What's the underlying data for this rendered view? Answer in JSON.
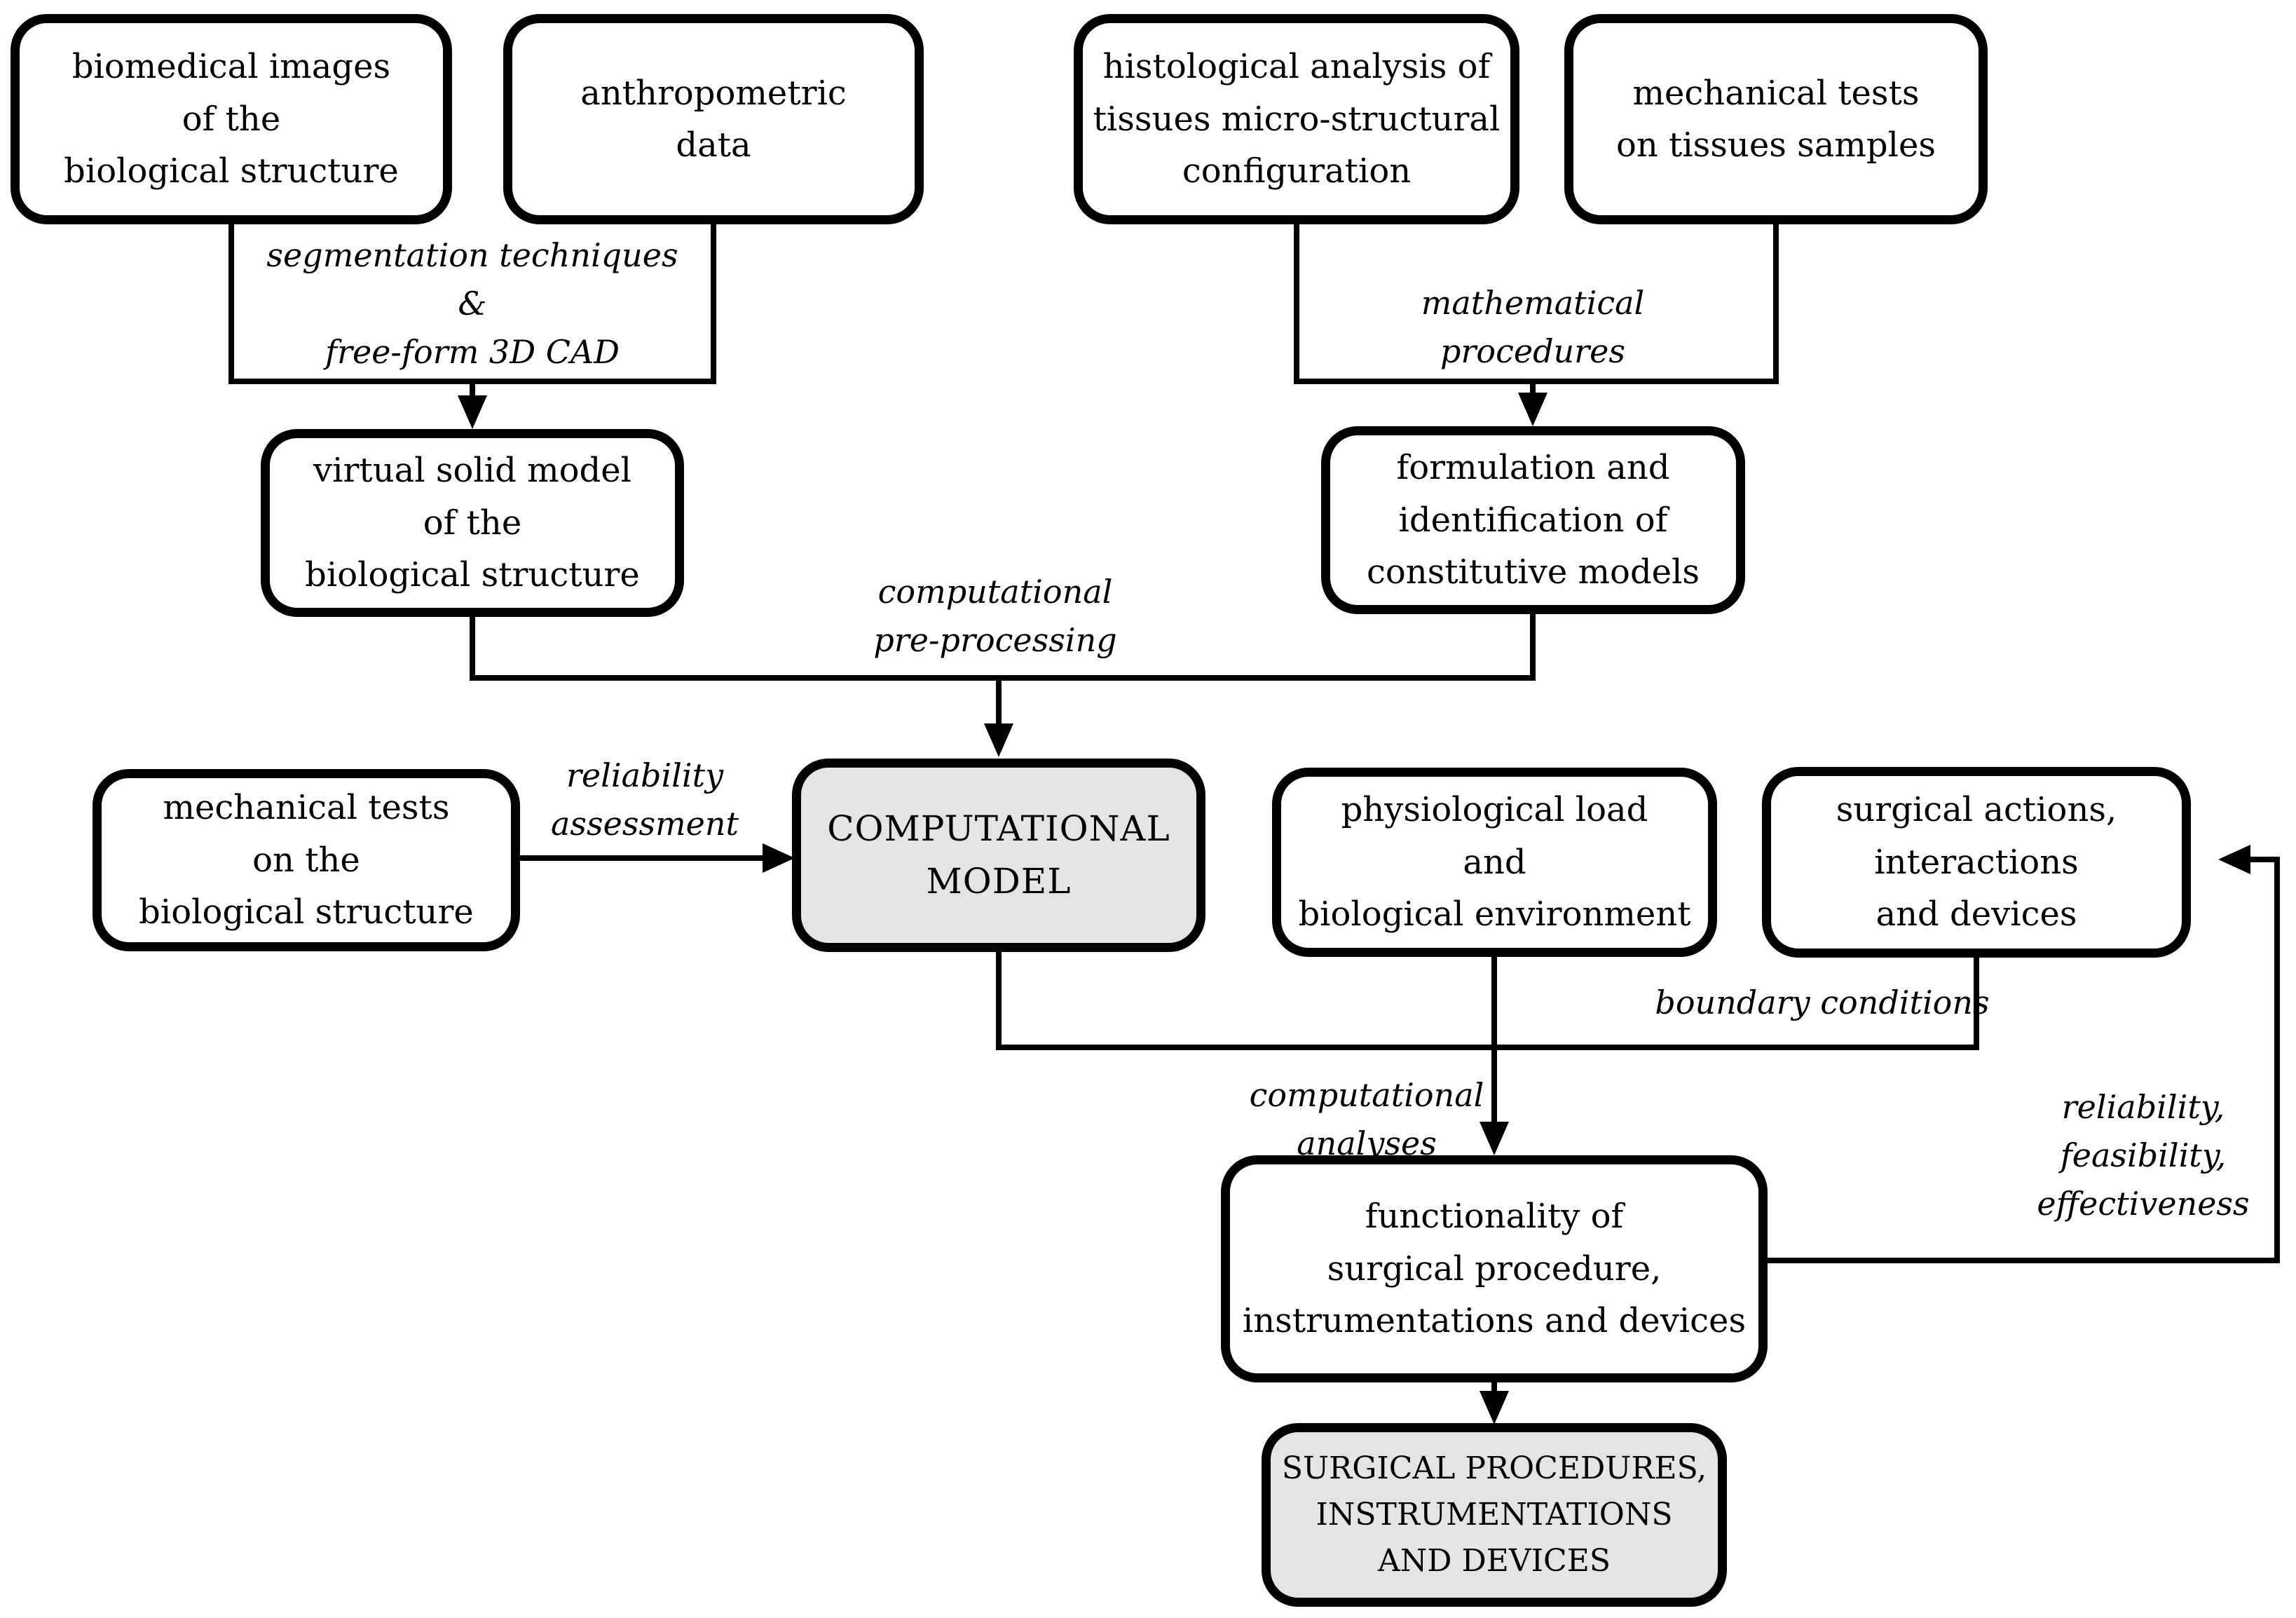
{
  "boxes": {
    "biomedical": {
      "text": "biomedical images\nof the\nbiological structure"
    },
    "anthropometric": {
      "text": "anthropometric\ndata"
    },
    "histological": {
      "text": "histological analysis of\ntissues micro-structural\nconfiguration"
    },
    "mech_tissues": {
      "text": "mechanical tests\non tissues samples"
    },
    "virtual_model": {
      "text": "virtual solid model\nof the\nbiological structure"
    },
    "formulation": {
      "text": "formulation and\nidentification of\nconstitutive models"
    },
    "mech_bio": {
      "text": "mechanical tests\non the\nbiological structure"
    },
    "comp_model": {
      "text": "COMPUTATIONAL\nMODEL"
    },
    "physiological": {
      "text": "physiological load\nand\nbiological environment"
    },
    "surgical_actions": {
      "text": "surgical actions,\ninteractions\nand devices"
    },
    "functionality": {
      "text": "functionality of\nsurgical procedure,\ninstrumentations and devices"
    },
    "final_output": {
      "text": "SURGICAL PROCEDURES,\nINSTRUMENTATIONS\nAND DEVICES"
    }
  },
  "labels": {
    "segmentation": {
      "text": "segmentation techniques\n&\nfree-form 3D CAD"
    },
    "mathematical": {
      "text": "mathematical\nprocedures"
    },
    "preprocessing": {
      "text": "computational\npre-processing"
    },
    "rel_assessment": {
      "text": "reliability\nassessment"
    },
    "boundary": {
      "text": "boundary conditions"
    },
    "analyses": {
      "text": "computational\nanalyses"
    },
    "feedback": {
      "text": "reliability,\nfeasibility,\neffectiveness"
    }
  },
  "colors": {
    "stroke": "#000000",
    "node_fill": "#ffffff",
    "highlight_fill": "#e4e4e2",
    "background": "#ffffff"
  }
}
